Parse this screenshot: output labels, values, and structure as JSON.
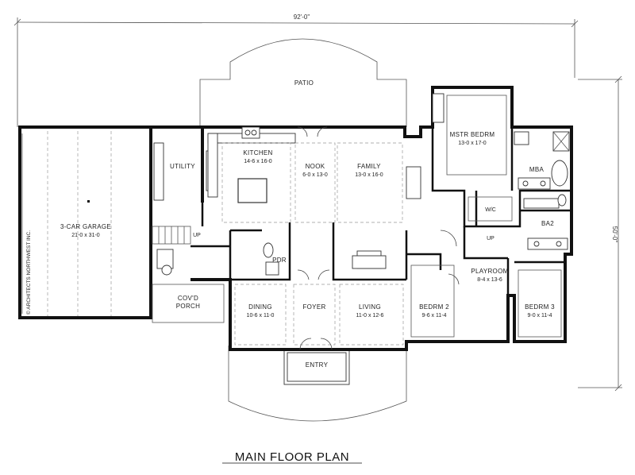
{
  "overall": {
    "width_dim": "92'-0\"",
    "depth_dim": "50'-0\""
  },
  "rooms": {
    "patio": {
      "name": "PATIO"
    },
    "garage": {
      "name": "3-CAR GARAGE",
      "size": "21-0 x 31-0"
    },
    "utility": {
      "name": "UTILITY"
    },
    "kitchen": {
      "name": "KITCHEN",
      "size": "14-6 x 16-0"
    },
    "nook": {
      "name": "NOOK",
      "size": "6-0 x 13-0"
    },
    "family": {
      "name": "FAMILY",
      "size": "13-0 x 16-0"
    },
    "master": {
      "name": "MSTR BEDRM",
      "size": "13-0 x 17-0"
    },
    "mba": {
      "name": "MBA"
    },
    "wic": {
      "name": "W/C"
    },
    "ba2": {
      "name": "BA2"
    },
    "pdr": {
      "name": "PDR"
    },
    "playroom": {
      "name": "PLAYROOM",
      "size": "8-4 x 13-6"
    },
    "covd_porch": {
      "name_line1": "COV'D",
      "name_line2": "PORCH"
    },
    "dining": {
      "name": "DINING",
      "size": "10-6 x 11-0"
    },
    "foyer": {
      "name": "FOYER"
    },
    "living": {
      "name": "LIVING",
      "size": "11-0 x 12-6"
    },
    "bedrm2": {
      "name": "BEDRM 2",
      "size": "9-6 x 11-4"
    },
    "bedrm3": {
      "name": "BEDRM 3",
      "size": "9-0 x 11-4"
    },
    "entry": {
      "name": "ENTRY"
    }
  },
  "stairs": {
    "up_label_1": "UP",
    "up_label_2": "UP"
  },
  "credit": "© ARCHITECTS NORTHWEST INC.",
  "title": "MAIN FLOOR PLAN"
}
